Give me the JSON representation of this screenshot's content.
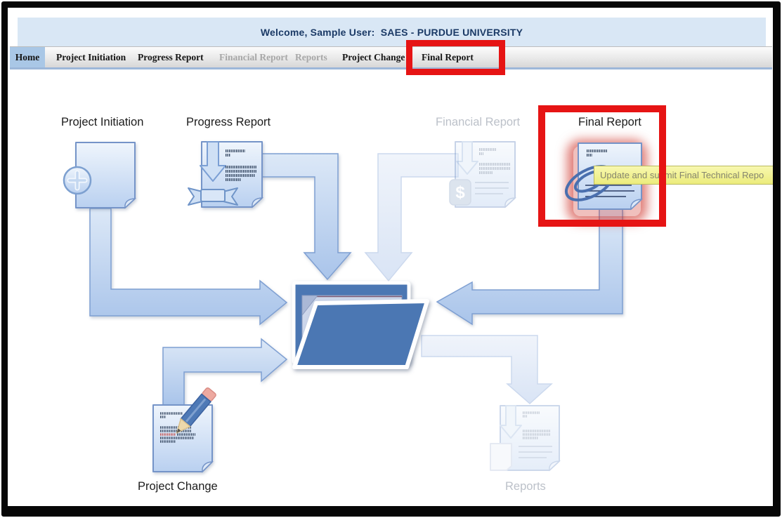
{
  "header": {
    "welcome_text": "Welcome, Sample User:  SAES - PURDUE UNIVERSITY"
  },
  "nav": {
    "items": [
      {
        "id": "home",
        "label": "Home",
        "state": "active"
      },
      {
        "id": "project-initiation",
        "label": "Project Initiation",
        "state": "enabled"
      },
      {
        "id": "progress-report",
        "label": "Progress Report",
        "state": "enabled"
      },
      {
        "id": "financial-report",
        "label": "Financial Report",
        "state": "disabled"
      },
      {
        "id": "reports",
        "label": "Reports",
        "state": "disabled"
      },
      {
        "id": "project-change",
        "label": "Project Change",
        "state": "enabled"
      },
      {
        "id": "final-report",
        "label": "Final Report",
        "state": "enabled",
        "annotated": true
      }
    ]
  },
  "diagram": {
    "nodes": [
      {
        "id": "project-initiation",
        "label": "Project Initiation",
        "disabled": false
      },
      {
        "id": "progress-report",
        "label": "Progress Report",
        "disabled": false
      },
      {
        "id": "financial-report",
        "label": "Financial Report",
        "disabled": true
      },
      {
        "id": "final-report",
        "label": "Final Report",
        "disabled": false,
        "highlighted": true
      },
      {
        "id": "project-change",
        "label": "Project Change",
        "disabled": false
      },
      {
        "id": "reports",
        "label": "Reports",
        "disabled": true
      }
    ]
  },
  "tooltip": {
    "text": "Update and submit Final Technical Repo"
  },
  "annotations": {
    "color": "#e61414",
    "targets": [
      "final-report-nav-tab",
      "final-report-icon"
    ]
  },
  "colors": {
    "header_blue": "#d9e7f5",
    "home_tab_blue": "#a9c7e6",
    "accent_blue": "#4b77b3",
    "tooltip_yellow": "#ecec7c"
  }
}
